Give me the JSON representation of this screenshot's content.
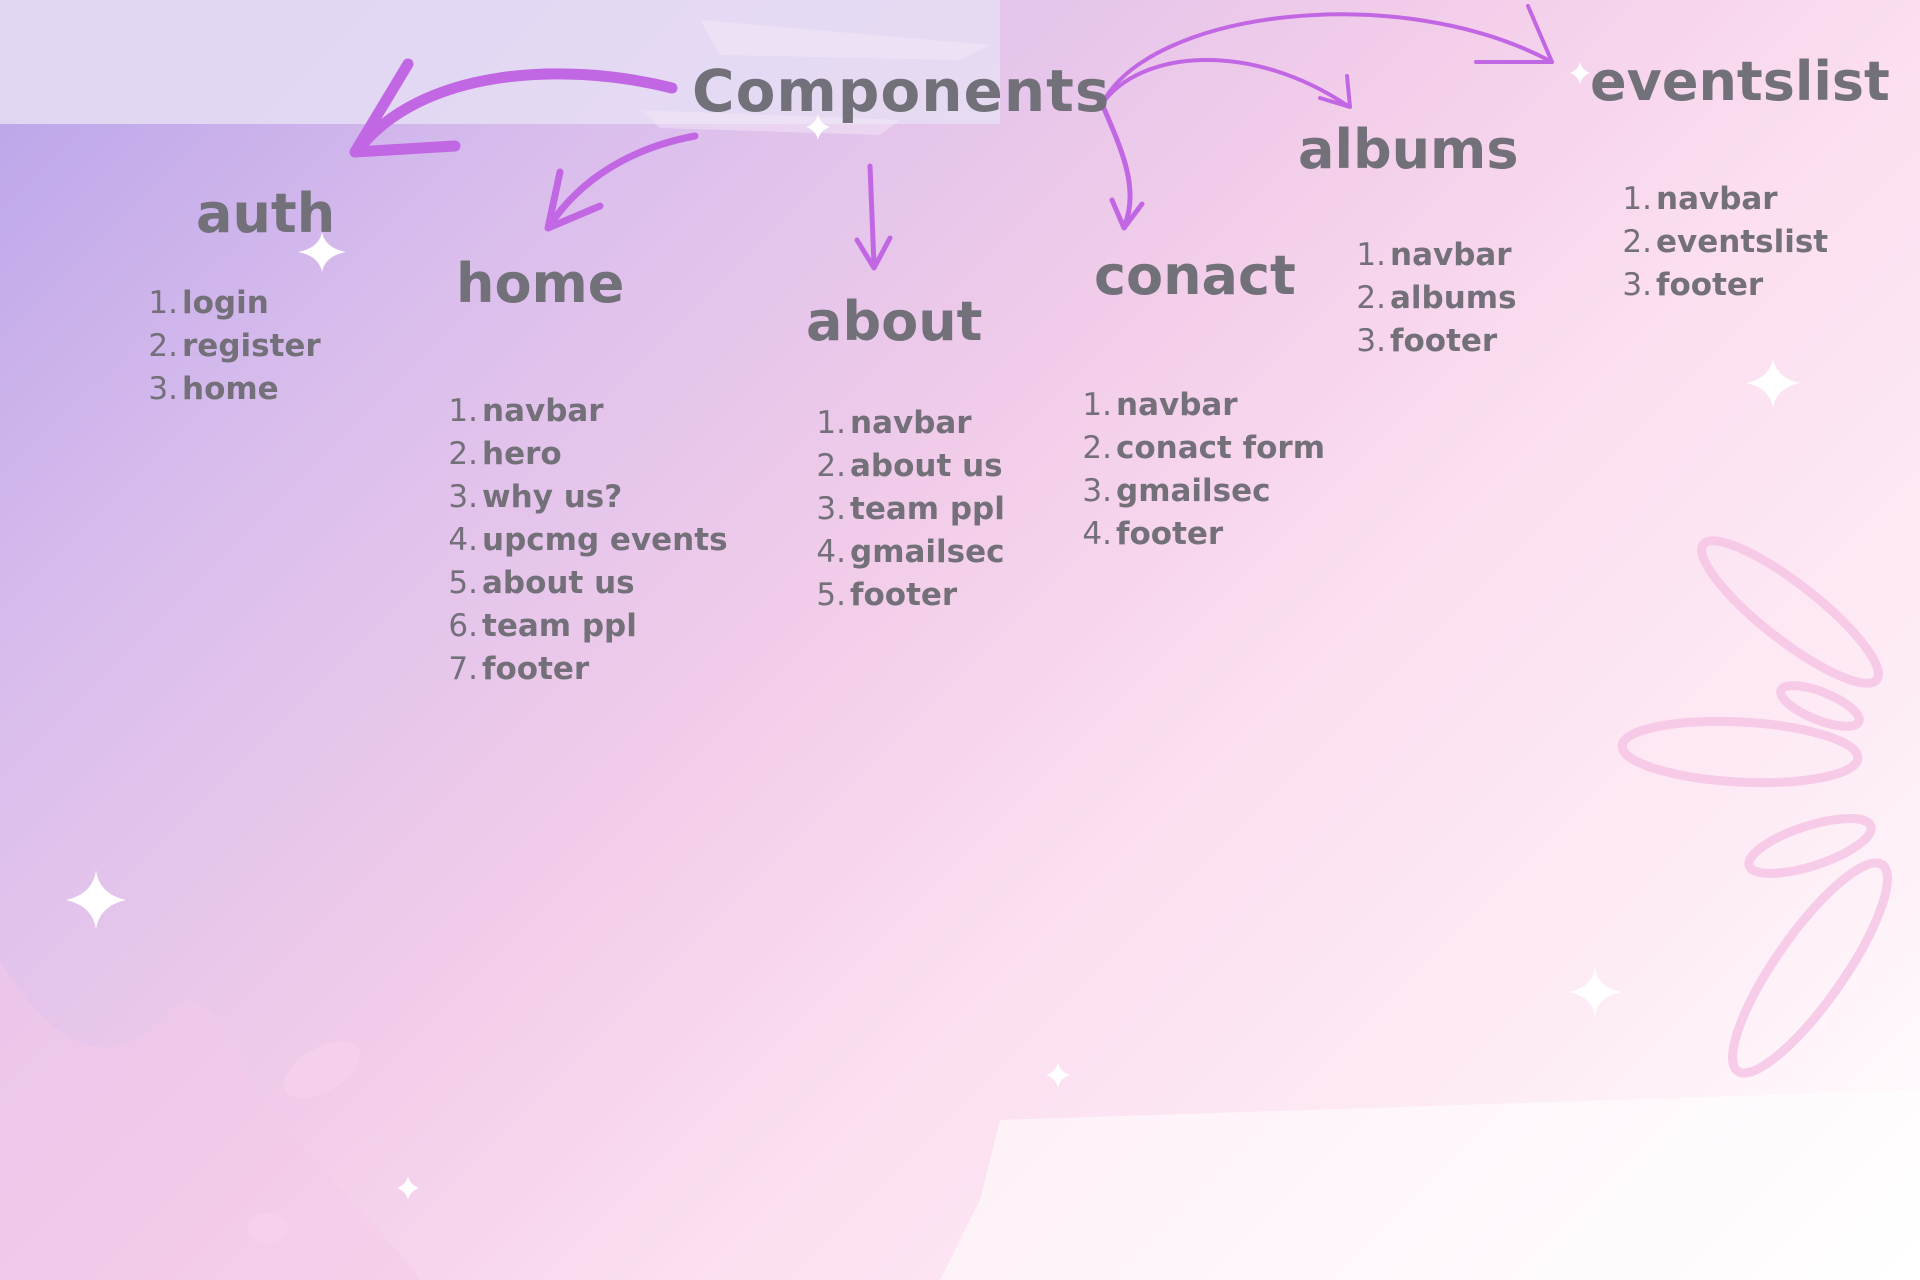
{
  "title": "Components",
  "colors": {
    "arrow": "#c267e3",
    "text": "#727079",
    "background_start": "#b8a3ea",
    "background_end": "#ffffff"
  },
  "sections": [
    {
      "name": "auth",
      "items": [
        "login",
        "register",
        "home"
      ]
    },
    {
      "name": "home",
      "items": [
        "navbar",
        "hero",
        "why us?",
        "upcmg events",
        "about us",
        "team ppl",
        "footer"
      ]
    },
    {
      "name": "about",
      "items": [
        "navbar",
        "about us",
        "team ppl",
        "gmailsec",
        "footer"
      ]
    },
    {
      "name": "conact",
      "items": [
        "navbar",
        "conact form",
        "gmailsec",
        "footer"
      ]
    },
    {
      "name": "albums",
      "items": [
        "navbar",
        "albums",
        "footer"
      ]
    },
    {
      "name": "eventslist",
      "items": [
        "navbar",
        "eventslist",
        "footer"
      ]
    }
  ]
}
